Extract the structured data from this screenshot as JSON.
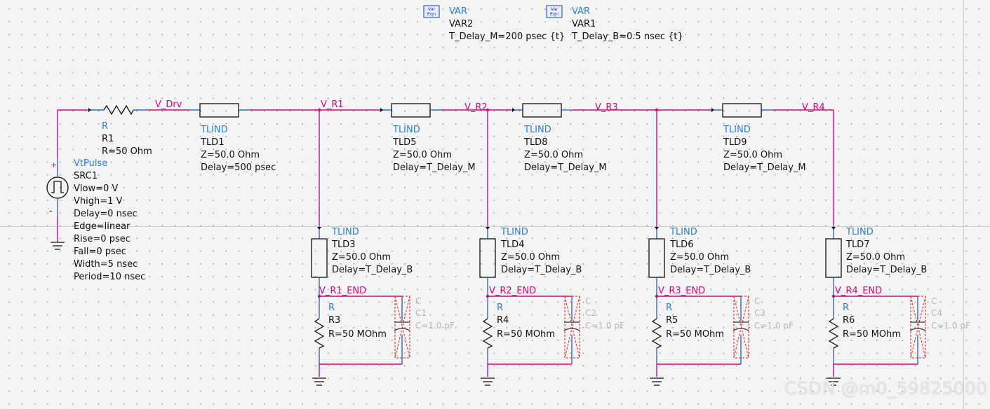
{
  "variables": [
    {
      "block_label": "Var\nEqn",
      "type": "VAR",
      "name": "VAR2",
      "expr": "T_Delay_M=200 psec {t}"
    },
    {
      "block_label": "Var\nEqn",
      "type": "VAR",
      "name": "VAR1",
      "expr": "T_Delay_B=0.5 nsec {t}"
    }
  ],
  "source": {
    "type": "VtPulse",
    "name": "SRC1",
    "params": [
      "Vlow=0 V",
      "Vhigh=1 V",
      "Delay=0 nsec",
      "Edge=linear",
      "Rise=0 psec",
      "Fall=0 psec",
      "Width=5 nsec",
      "Period=10 nsec"
    ],
    "plus": "+",
    "minus": "-"
  },
  "series_resistor": {
    "type": "R",
    "name": "R1",
    "value": "R=50 Ohm"
  },
  "nets": {
    "drv": "V_Drv",
    "r1": "V_R1",
    "r2": "V_R2",
    "r3": "V_R3",
    "r4": "V_R4",
    "r1_end": "V_R1_END",
    "r2_end": "V_R2_END",
    "r3_end": "V_R3_END",
    "r4_end": "V_R4_END"
  },
  "main_lines": [
    {
      "type": "TLIND",
      "name": "TLD1",
      "z": "Z=50.0 Ohm",
      "delay": "Delay=500 psec"
    },
    {
      "type": "TLIND",
      "name": "TLD5",
      "z": "Z=50.0 Ohm",
      "delay": "Delay=T_Delay_M"
    },
    {
      "type": "TLIND",
      "name": "TLD8",
      "z": "Z=50.0 Ohm",
      "delay": "Delay=T_Delay_M"
    },
    {
      "type": "TLIND",
      "name": "TLD9",
      "z": "Z=50.0 Ohm",
      "delay": "Delay=T_Delay_M"
    }
  ],
  "branches": [
    {
      "tl": {
        "type": "TLIND",
        "name": "TLD3",
        "z": "Z=50.0 Ohm",
        "delay": "Delay=T_Delay_B"
      },
      "r": {
        "type": "R",
        "name": "R3",
        "value": "R=50 MOhm"
      },
      "c": {
        "type": "C",
        "name": "C1",
        "value": "C=1.0 pF"
      }
    },
    {
      "tl": {
        "type": "TLIND",
        "name": "TLD4",
        "z": "Z=50.0 Ohm",
        "delay": "Delay=T_Delay_B"
      },
      "r": {
        "type": "R",
        "name": "R4",
        "value": "R=50 MOhm"
      },
      "c": {
        "type": "C",
        "name": "C2",
        "value": "C=1.0 pF"
      }
    },
    {
      "tl": {
        "type": "TLIND",
        "name": "TLD6",
        "z": "Z=50.0 Ohm",
        "delay": "Delay=T_Delay_B"
      },
      "r": {
        "type": "R",
        "name": "R5",
        "value": "R=50 MOhm"
      },
      "c": {
        "type": "C",
        "name": "C3",
        "value": "C=1.0 pF"
      }
    },
    {
      "tl": {
        "type": "TLIND",
        "name": "TLD7",
        "z": "Z=50.0 Ohm",
        "delay": "Delay=T_Delay_B"
      },
      "r": {
        "type": "R",
        "name": "R6",
        "value": "R=50 MOhm"
      },
      "c": {
        "type": "C",
        "name": "C4",
        "value": "C=1.0 pF"
      }
    }
  ],
  "watermark": "CSDN @m0_59825000",
  "colors": {
    "wire": "#cc0a7d",
    "label_blue": "#2a7fd0",
    "component": "#111111",
    "capacitor_dashed": "#e0201c"
  }
}
